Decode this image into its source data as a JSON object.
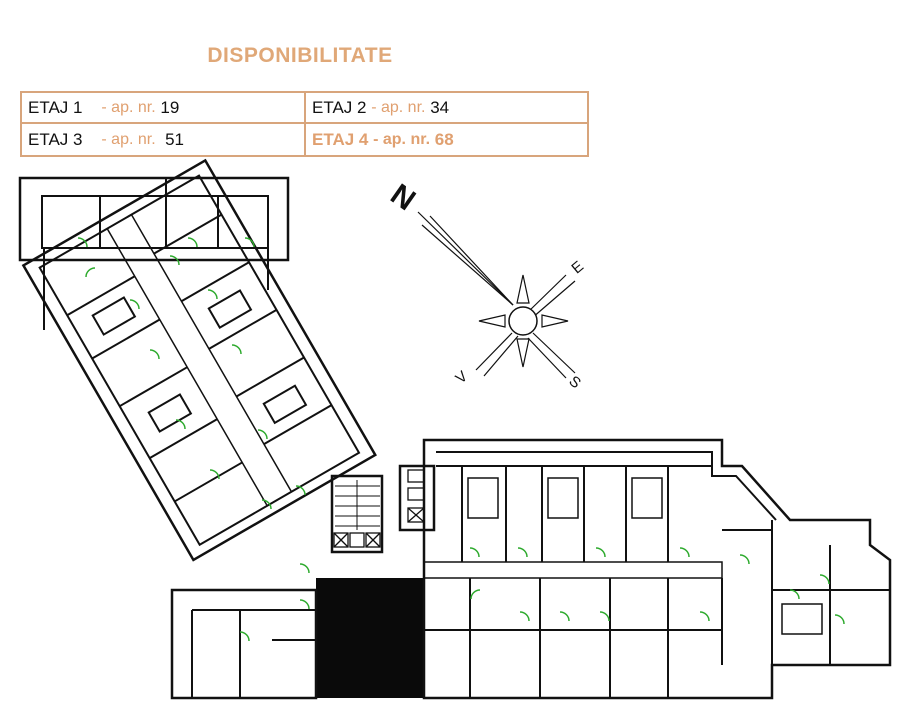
{
  "title": "DISPONIBILITATE",
  "floors": [
    {
      "label": "ETAJ 1",
      "ap_text": "- ap. nr.",
      "number": "19"
    },
    {
      "label": "ETAJ 2",
      "ap_text": "- ap. nr.",
      "number": "34"
    },
    {
      "label": "ETAJ  3",
      "ap_text": "- ap. nr.",
      "number": "51"
    },
    {
      "label": "ETAJ 4",
      "ap_text": "- ap. nr.",
      "number": "68"
    }
  ],
  "compass": {
    "n": "N",
    "e": "E",
    "s": "S",
    "w": "V"
  },
  "colors": {
    "accent": "#e0a070",
    "border": "#d8a57c",
    "walls": "#111111",
    "doors": "#2eaa2e"
  }
}
